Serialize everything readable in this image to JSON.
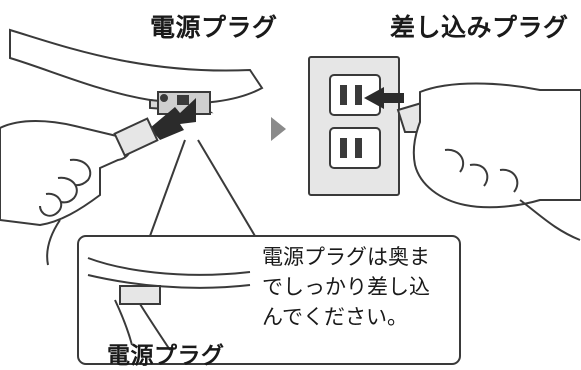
{
  "labels": {
    "power_plug_top": "電源プラグ",
    "insertion_plug": "差し込みプラグ",
    "power_plug_bottom": "電源プラグ"
  },
  "callout": {
    "lines": [
      "電源プラグは奥ま",
      "でしっかり差し込",
      "んでください。"
    ]
  },
  "colors": {
    "arrow": "#2b2b2b",
    "step_arrow": "#8a8a8a",
    "outlet_plate": "#e6e6e6",
    "line": "#3a3a3a"
  }
}
